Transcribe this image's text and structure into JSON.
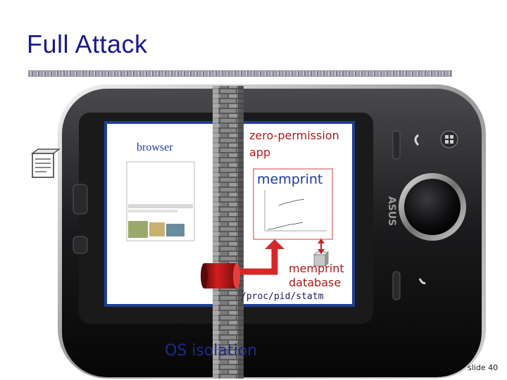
{
  "slide": {
    "title": "Full Attack",
    "slide_number": "slide 40"
  },
  "labels": {
    "browser": "browser",
    "zero_permission_app": [
      "zero-permission",
      "app"
    ],
    "memprint": "memprint",
    "memprint_database": [
      "memprint",
      "database"
    ],
    "proc_path": "/proc/pid/statm",
    "os_isolation": "OS isolation"
  },
  "phone": {
    "brand": "ASUS"
  },
  "icons": [
    "document-icon",
    "phone-call-icon",
    "phone-hangup-icon",
    "windows-logo-icon",
    "database-cylinder-icon",
    "database-cube-icon"
  ],
  "colors": {
    "title": "#1a1a8c",
    "app_text": "#b01818",
    "arrow": "#e03030",
    "memprint_text": "#1e3aa0"
  }
}
